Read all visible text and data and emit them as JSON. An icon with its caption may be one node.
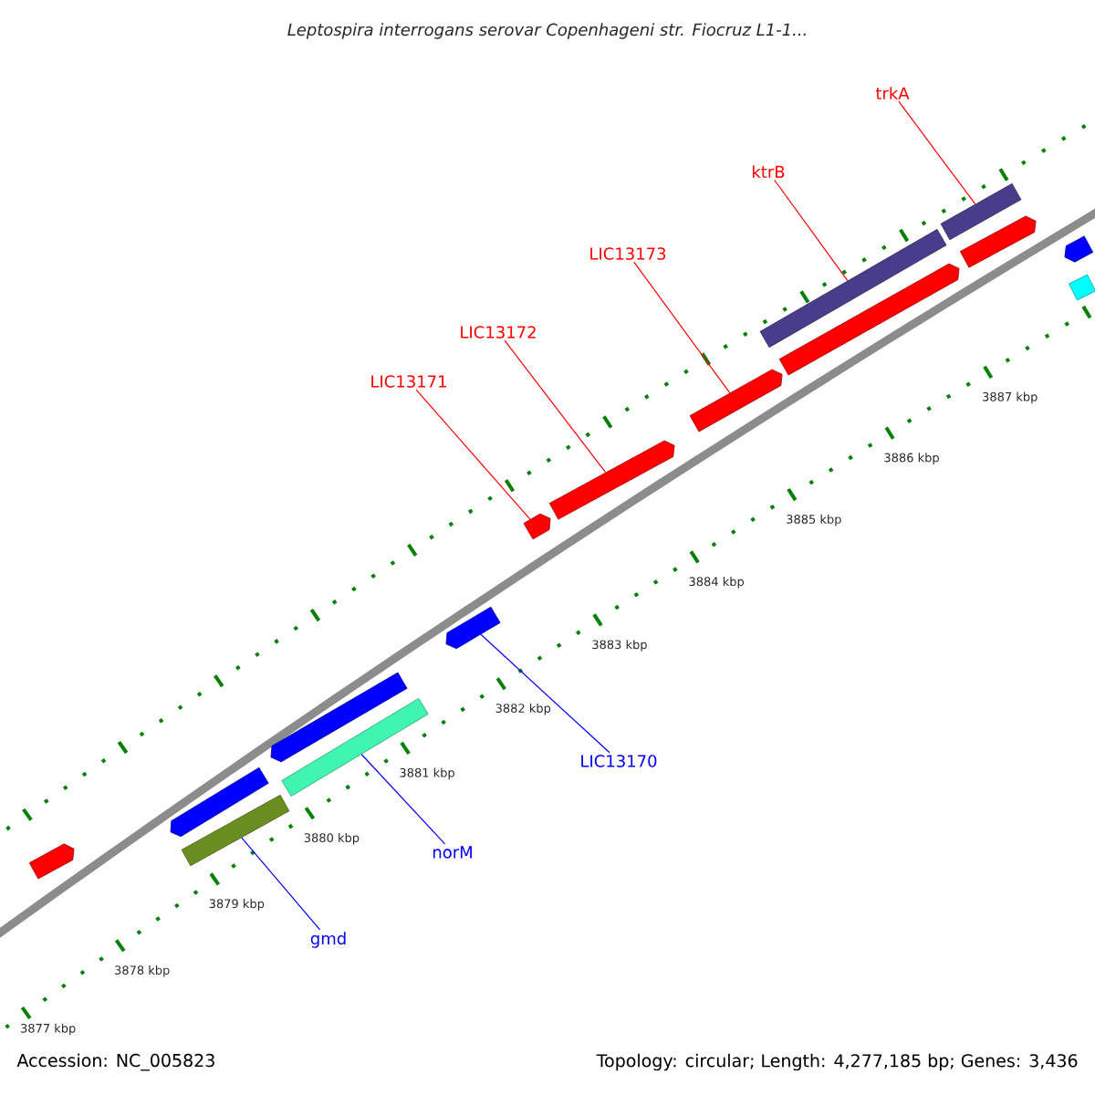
{
  "diagram": {
    "title": "Leptospira interrogans serovar Copenhageni str. Fiocruz L1-1...",
    "nodes": [
      {
        "text": [
          "trkA"
        ]
      },
      {
        "text": [
          "ktrB"
        ]
      },
      {
        "text": [
          "LIC13173"
        ]
      },
      {
        "text": [
          "LIC13172"
        ]
      },
      {
        "text": [
          "LIC13171"
        ]
      },
      {
        "text": [
          "LIC13170"
        ]
      },
      {
        "text": [
          "norM"
        ]
      },
      {
        "text": [
          "gmd"
        ]
      },
      {
        "text": [],
        "shape": "pentagon"
      },
      {
        "text": [],
        "shape": "pentagon"
      },
      {
        "text": [],
        "shape": "bar"
      },
      {
        "text": [],
        "shape": "pentagon"
      },
      {
        "text": [],
        "shape": "bar"
      },
      {
        "text": [],
        "shape": "pentagon"
      },
      {
        "text": [],
        "shape": "pentagon"
      },
      {
        "text": [],
        "shape": "pentagon"
      },
      {
        "text": [],
        "shape": "pentagon"
      },
      {
        "text": [],
        "shape": "bar"
      },
      {
        "text": [],
        "shape": "pentagon"
      },
      {
        "text": [],
        "shape": "bar"
      },
      {
        "text": [],
        "shape": "pentagon"
      },
      {
        "text": [],
        "shape": "pentagon"
      },
      {
        "text": [],
        "shape": "bar"
      }
    ],
    "edges": [
      {
        "from": 0,
        "to": 19,
        "arrow": "none"
      },
      {
        "from": 1,
        "to": 17,
        "arrow": "none"
      },
      {
        "from": 2,
        "to": 16,
        "arrow": "none"
      },
      {
        "from": 3,
        "to": 15,
        "arrow": "none"
      },
      {
        "from": 4,
        "to": 14,
        "arrow": "none"
      },
      {
        "from": 5,
        "to": 13,
        "arrow": "none",
        "color": "#0000ff"
      },
      {
        "from": 6,
        "to": 12,
        "arrow": "none",
        "color": "#0000ff"
      },
      {
        "from": 7,
        "to": 10,
        "arrow": "none",
        "color": "#0000ff"
      }
    ],
    "labels": [
      "3887 kbp",
      "3886 kbp",
      "3885 kbp",
      "3884 kbp",
      "3883 kbp",
      "3882 kbp",
      "3881 kbp",
      "3880 kbp",
      "3879 kbp",
      "3878 kbp",
      "3877 kbp",
      "Accession: NC_005823",
      "Topology: circular; Length: 4,277,185 bp; Genes: 3,436"
    ]
  }
}
